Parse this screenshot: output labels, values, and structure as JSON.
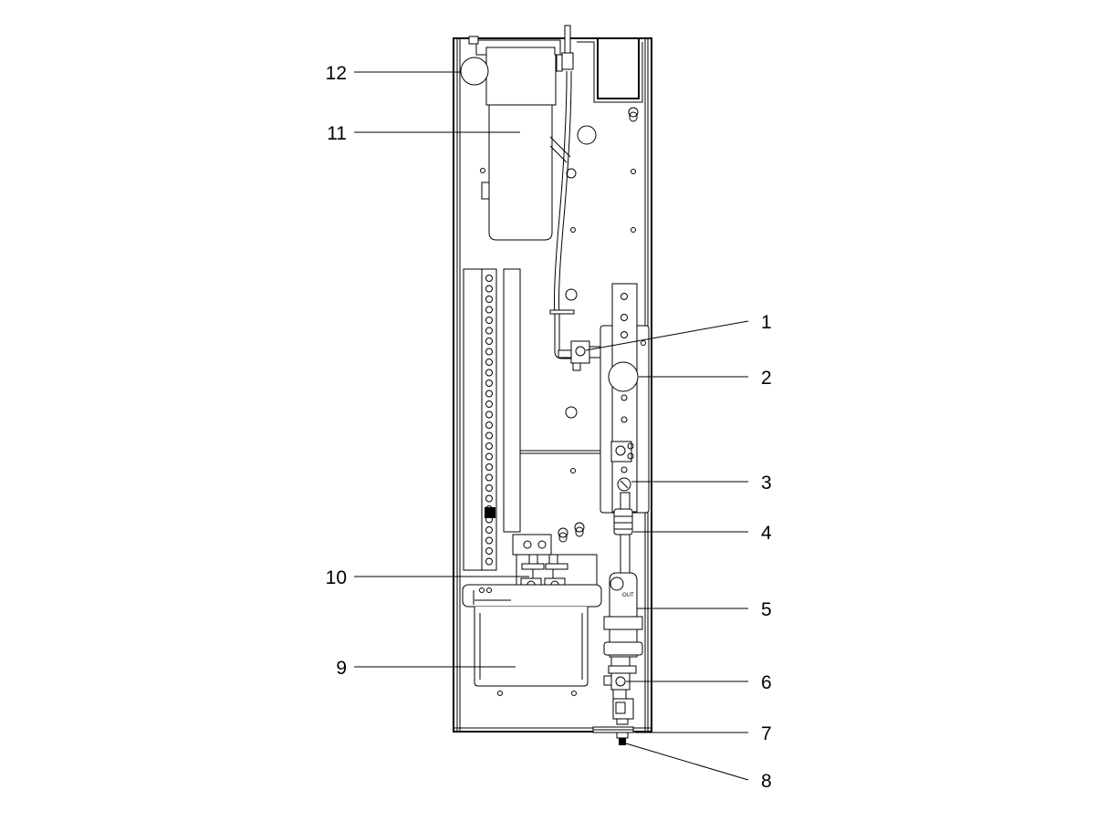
{
  "callouts": [
    {
      "id": "1",
      "label": "1"
    },
    {
      "id": "2",
      "label": "2"
    },
    {
      "id": "3",
      "label": "3"
    },
    {
      "id": "4",
      "label": "4"
    },
    {
      "id": "5",
      "label": "5"
    },
    {
      "id": "6",
      "label": "6"
    },
    {
      "id": "7",
      "label": "7"
    },
    {
      "id": "8",
      "label": "8"
    },
    {
      "id": "9",
      "label": "9"
    },
    {
      "id": "10",
      "label": "10"
    },
    {
      "id": "11",
      "label": "11"
    },
    {
      "id": "12",
      "label": "12"
    }
  ],
  "markings": {
    "out": "OUT"
  }
}
